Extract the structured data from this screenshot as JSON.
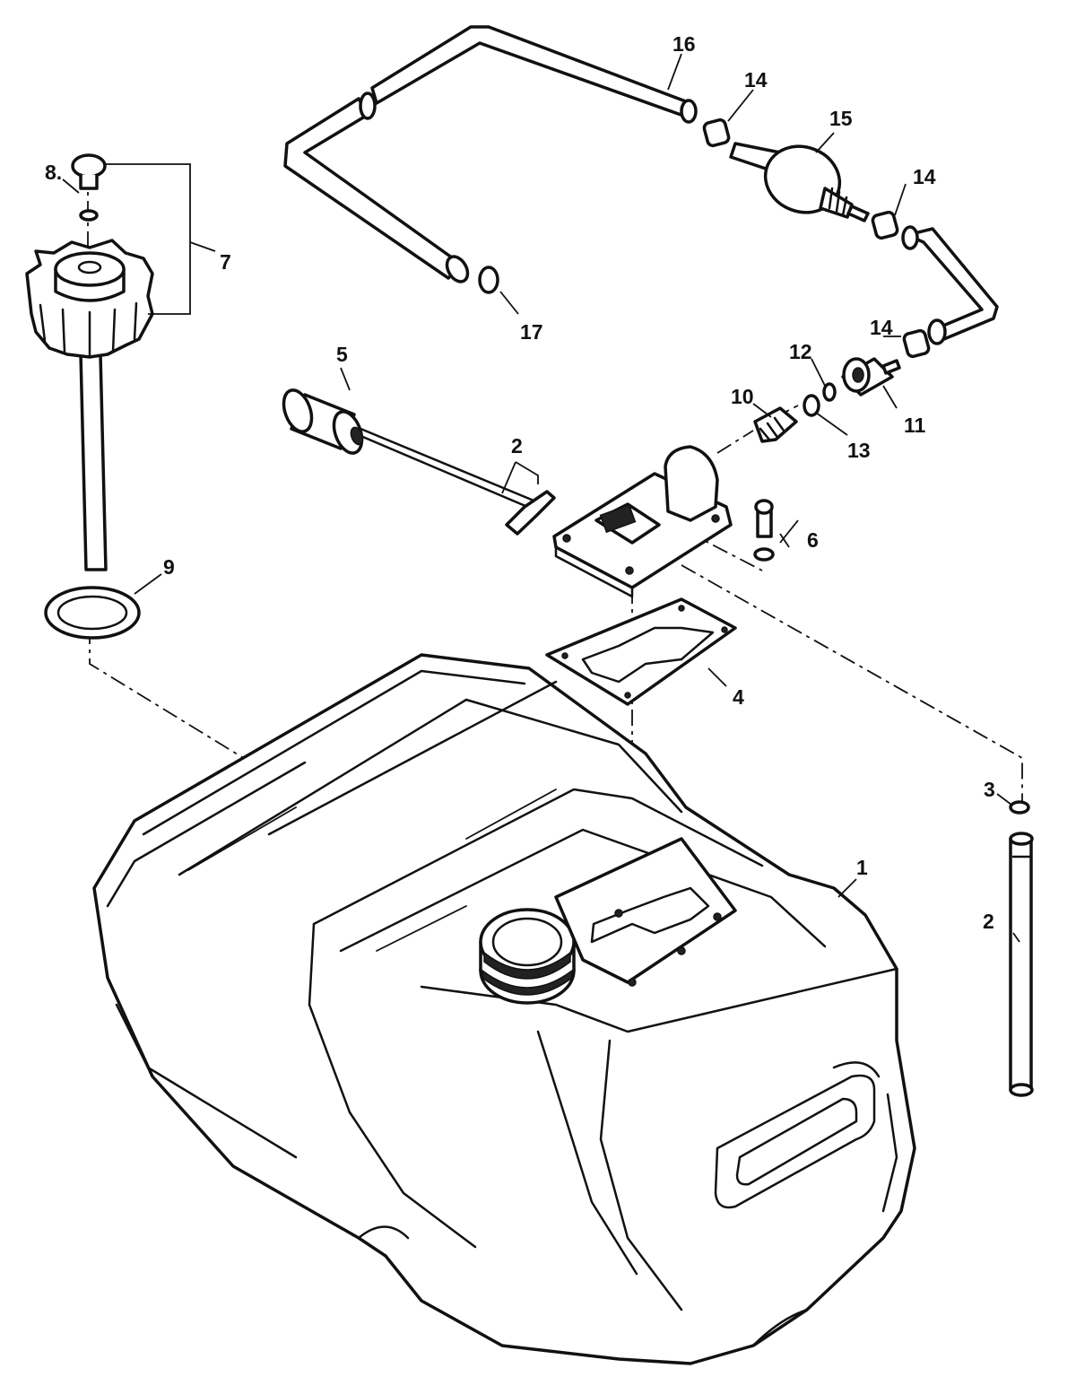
{
  "diagram": {
    "callouts": {
      "c1": "1",
      "c2a": "2",
      "c2b": "2",
      "c3": "3",
      "c4": "4",
      "c5": "5",
      "c6": "6",
      "c7": "7",
      "c8": "8.",
      "c9": "9",
      "c10": "10",
      "c11": "11",
      "c12": "12",
      "c13": "13",
      "c14a": "14",
      "c14b": "14",
      "c14c": "14",
      "c15": "15",
      "c16": "16",
      "c17": "17"
    }
  }
}
